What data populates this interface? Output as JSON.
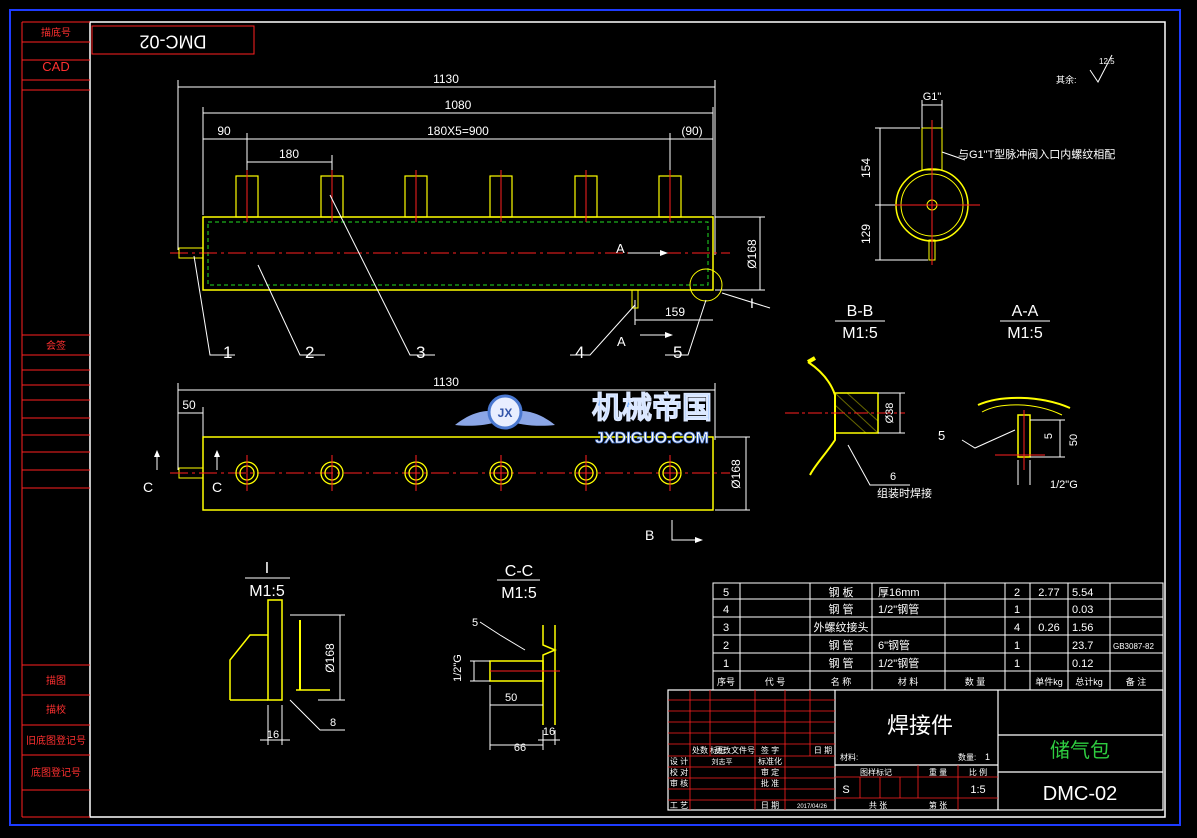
{
  "colors": {
    "background": "#000000",
    "frame": "#1e3cff",
    "object": "#ffff00",
    "dimension": "#ffffff",
    "center": "#ff2020",
    "table_border": "#ff2020",
    "hidden": "#22dd22",
    "logo_blue": "#6aa8ff"
  },
  "side_strip": {
    "cells": [
      "描底号",
      "CAD",
      "会签",
      "描图",
      "描校",
      "旧底图登记号",
      "底图登记号"
    ]
  },
  "drawing_number_box": {
    "text": "DMC-02"
  },
  "surface": {
    "label": "其余:",
    "roughness": "12.5"
  },
  "front_view": {
    "dims": {
      "overall": "1130",
      "body": "1080",
      "left_offset": "90",
      "pitch_total": "180X5=900",
      "right_offset": "(90)",
      "pitch": "180",
      "diameter": "Ø168",
      "bottom_offset": "159"
    },
    "section_letter": "A",
    "detail_letter": "I",
    "balloons": [
      "1",
      "2",
      "3",
      "4",
      "5"
    ]
  },
  "side_view": {
    "dims": {
      "thread": "G1\"",
      "top": "154",
      "bottom": "129"
    },
    "note": "与G1\"T型脉冲阀入口内螺纹相配"
  },
  "top_view": {
    "dims": {
      "overall": "1130",
      "left": "50",
      "diameter": "Ø168"
    },
    "section_letter_c": "C",
    "section_letter_b": "B"
  },
  "section_bb": {
    "title": "B-B",
    "scale": "M1:5",
    "dim": "Ø38",
    "weld": "6",
    "note": "组装时焊接"
  },
  "section_aa": {
    "title": "A-A",
    "scale": "M1:5",
    "weld": "5",
    "dim1": "5",
    "dim2": "50",
    "thread": "1/2\"G"
  },
  "detail_i": {
    "title": "I",
    "scale": "M1:5",
    "dim_d": "Ø168",
    "dim_w": "16",
    "weld": "8"
  },
  "section_cc": {
    "title": "C-C",
    "scale": "M1:5",
    "weld": "5",
    "thread": "1/2\"G",
    "dim1": "50",
    "dim2": "66",
    "dim3": "16"
  },
  "logo": {
    "title": "机械帝国",
    "subtitle": "JXDIGUO.COM",
    "badge": "JX"
  },
  "parts_table": {
    "rows": [
      {
        "no": "5",
        "code": "",
        "name": "钢 板",
        "spec": "厚16mm",
        "qty": "2",
        "unit": "2.77",
        "total": "5.54",
        "note": ""
      },
      {
        "no": "4",
        "code": "",
        "name": "钢 管",
        "spec": "1/2\"钢管",
        "qty": "1",
        "unit": "",
        "total": "0.03",
        "note": ""
      },
      {
        "no": "3",
        "code": "",
        "name": "外螺纹接头",
        "spec": "",
        "qty": "4",
        "unit": "0.26",
        "total": "1.56",
        "note": ""
      },
      {
        "no": "2",
        "code": "",
        "name": "钢 管",
        "spec": "6\"钢管",
        "qty": "1",
        "unit": "",
        "total": "23.7",
        "note": "GB3087-82"
      },
      {
        "no": "1",
        "code": "",
        "name": "钢 管",
        "spec": "1/2\"钢管",
        "qty": "1",
        "unit": "",
        "total": "0.12",
        "note": ""
      }
    ],
    "header": [
      "序号",
      "代 号",
      "名 称",
      "材 料",
      "数 量",
      "单件kg",
      "总计kg",
      "备 注"
    ]
  },
  "title_block": {
    "part_title": "焊接件",
    "assembly_name": "储气包",
    "drawing_no": "DMC-02",
    "material_label": "材料:",
    "qty_label": "数量:",
    "qty_value": "1",
    "stage_label": "图样标记",
    "weight_label": "重 量",
    "scale_label": "比 例",
    "stage_value": "S",
    "scale_value": "1:5",
    "sheet_label": "共 张",
    "page_label": "第 张",
    "rev_labels": [
      "标记",
      "处数",
      "更改文件号",
      "签 字",
      "日 期"
    ],
    "design_label": "设 计",
    "designer": "刘志平",
    "std_label": "标准化",
    "check_label": "校 对",
    "review_label": "审 定",
    "audit_label": "审 核",
    "approve_label": "批 准",
    "process_label": "工 艺",
    "date_label": "日 期",
    "date_value": "2017/04/26"
  }
}
